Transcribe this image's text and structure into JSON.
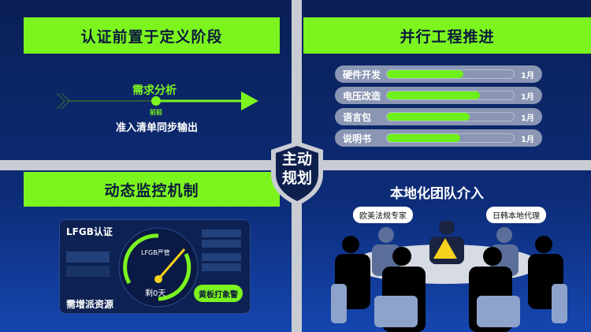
{
  "quadrants": {
    "top_left": {
      "title": "认证前置于定义阶段",
      "stage_label": "需求分析",
      "node_label": "前前",
      "caption": "准入清单同步输出"
    },
    "top_right": {
      "title": "并行工程推进",
      "rows": [
        {
          "label": "硬件开发",
          "progress": 0.6,
          "value": "1月"
        },
        {
          "label": "电压改造",
          "progress": 0.73,
          "value": "1月"
        },
        {
          "label": "语言包",
          "progress": 0.65,
          "value": "1月"
        },
        {
          "label": "说明书",
          "progress": 0.58,
          "value": "1月"
        }
      ]
    },
    "bottom_left": {
      "title": "动态监控机制",
      "panel_title": "LFGB认证",
      "panel_footer": "需增派资源",
      "gauge_label": "LFGB严管",
      "gauge_caption": "剩0天",
      "alert_button": "黄板打象警"
    },
    "bottom_right": {
      "title": "本地化团队介入",
      "bubble_left": "欧美法规专家",
      "bubble_right": "日韩本地代理"
    }
  },
  "center_badge": {
    "line1": "主动",
    "line2": "规划"
  },
  "colors": {
    "accent": "#7cf51f",
    "background": "#0d2c78",
    "divider": "#c9ccd3",
    "warning": "#f7d11e"
  }
}
